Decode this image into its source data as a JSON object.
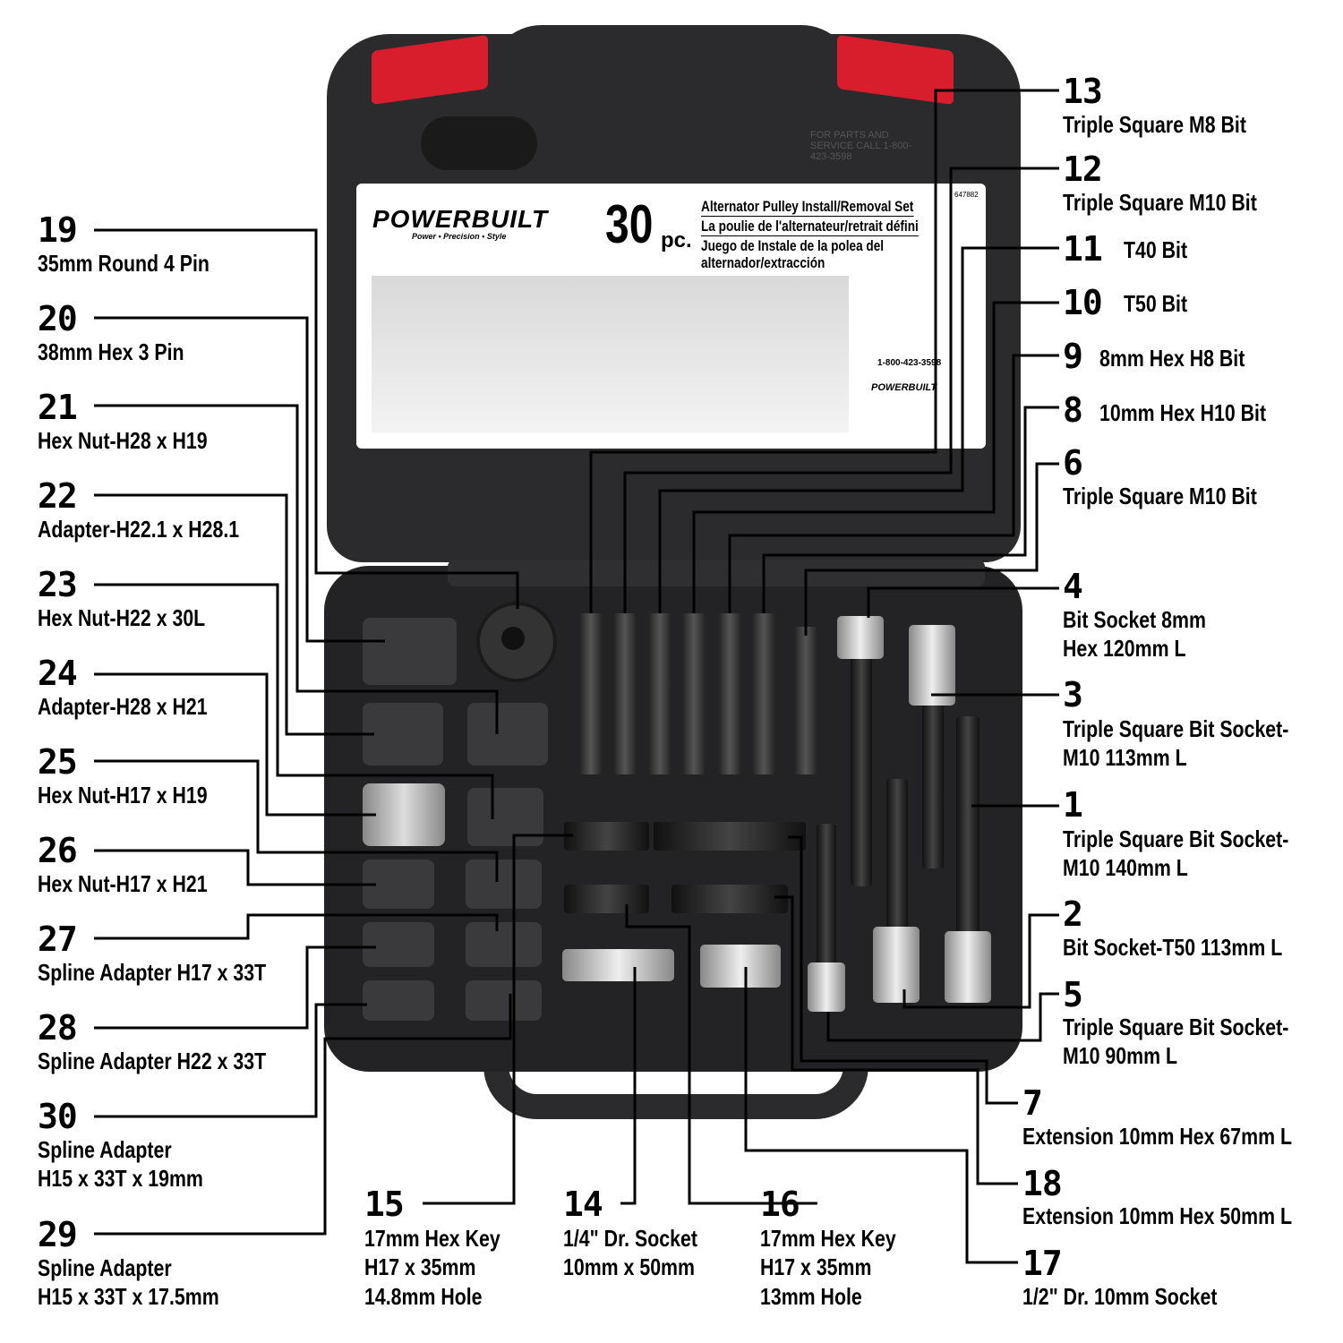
{
  "case": {
    "brand": "POWERBUILT",
    "brand_tagline": "Power • Precision • Style",
    "piece_count": "30",
    "piece_unit": "pc.",
    "title_en": "Alternator Pulley Install/Removal Set",
    "title_fr": "La poulie de l'alternateur/retrait défini",
    "title_es": "Juego de Instale de la polea del alternador/extracción",
    "model": "647882",
    "warranty_phone": "1-800-423-3598",
    "lid_text": "FOR PARTS AND SERVICE CALL 1-800-423-3598"
  },
  "callouts": {
    "c19": {
      "num": "19",
      "lines": [
        "35mm Round 4 Pin"
      ]
    },
    "c20": {
      "num": "20",
      "lines": [
        "38mm Hex 3 Pin"
      ]
    },
    "c21": {
      "num": "21",
      "lines": [
        "Hex Nut-H28 x H19"
      ]
    },
    "c22": {
      "num": "22",
      "lines": [
        "Adapter-H22.1 x H28.1"
      ]
    },
    "c23": {
      "num": "23",
      "lines": [
        "Hex Nut-H22 x 30L"
      ]
    },
    "c24": {
      "num": "24",
      "lines": [
        "Adapter-H28 x H21"
      ]
    },
    "c25": {
      "num": "25",
      "lines": [
        "Hex Nut-H17 x H19"
      ]
    },
    "c26": {
      "num": "26",
      "lines": [
        "Hex Nut-H17 x H21"
      ]
    },
    "c27": {
      "num": "27",
      "lines": [
        "Spline Adapter H17 x 33T"
      ]
    },
    "c28": {
      "num": "28",
      "lines": [
        "Spline Adapter H22 x 33T"
      ]
    },
    "c30": {
      "num": "30",
      "lines": [
        "Spline Adapter",
        "H15 x 33T x 19mm"
      ]
    },
    "c29": {
      "num": "29",
      "lines": [
        "Spline Adapter",
        "H15 x 33T x 17.5mm"
      ]
    },
    "c15": {
      "num": "15",
      "lines": [
        "17mm Hex Key",
        "H17 x 35mm",
        "14.8mm Hole"
      ]
    },
    "c14": {
      "num": "14",
      "lines": [
        "1/4\" Dr. Socket",
        "10mm x 50mm"
      ]
    },
    "c16": {
      "num": "16",
      "lines": [
        "17mm Hex Key",
        "H17 x 35mm",
        "13mm Hole"
      ]
    },
    "c13": {
      "num": "13",
      "lines": [
        "Triple Square M8 Bit"
      ]
    },
    "c12": {
      "num": "12",
      "lines": [
        "Triple Square M10 Bit"
      ]
    },
    "c11": {
      "num": "11",
      "lines": [
        "T40 Bit"
      ]
    },
    "c10": {
      "num": "10",
      "lines": [
        "T50 Bit"
      ]
    },
    "c9": {
      "num": "9",
      "lines": [
        "8mm Hex H8 Bit"
      ]
    },
    "c8": {
      "num": "8",
      "lines": [
        "10mm Hex H10 Bit"
      ]
    },
    "c6": {
      "num": "6",
      "lines": [
        "Triple Square M10 Bit"
      ]
    },
    "c4": {
      "num": "4",
      "lines": [
        "Bit Socket 8mm",
        "Hex 120mm L"
      ]
    },
    "c3": {
      "num": "3",
      "lines": [
        "Triple Square Bit Socket-",
        "M10 113mm L"
      ]
    },
    "c1": {
      "num": "1",
      "lines": [
        "Triple Square Bit Socket-",
        "M10 140mm L"
      ]
    },
    "c2": {
      "num": "2",
      "lines": [
        "Bit Socket-T50 113mm L"
      ]
    },
    "c5": {
      "num": "5",
      "lines": [
        "Triple Square Bit Socket-",
        "M10 90mm L"
      ]
    },
    "c7": {
      "num": "7",
      "lines": [
        "Extension 10mm Hex 67mm L"
      ]
    },
    "c18": {
      "num": "18",
      "lines": [
        "Extension 10mm Hex 50mm L"
      ]
    },
    "c17": {
      "num": "17",
      "lines": [
        "1/2\" Dr. 10mm Socket"
      ]
    }
  }
}
